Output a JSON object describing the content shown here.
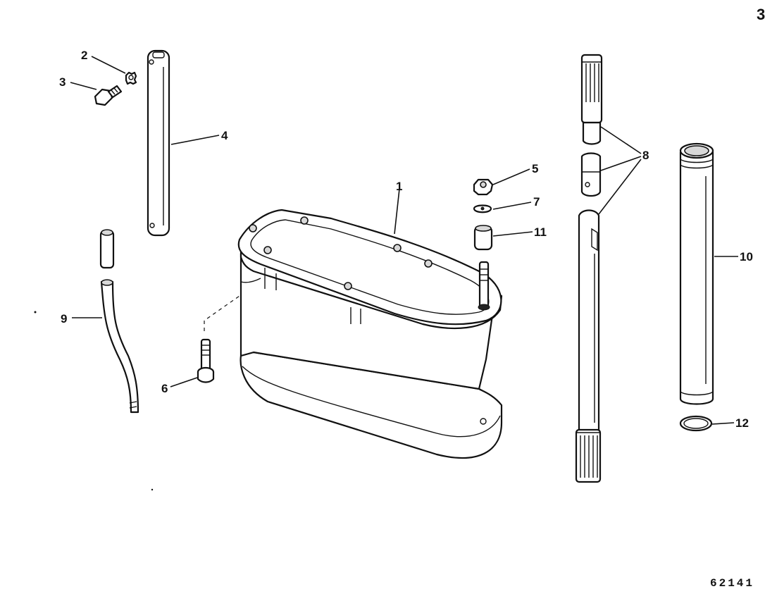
{
  "diagram": {
    "callouts": [
      {
        "id": "c1",
        "label": "1"
      },
      {
        "id": "c2",
        "label": "2"
      },
      {
        "id": "c3",
        "label": "3"
      },
      {
        "id": "c4",
        "label": "4"
      },
      {
        "id": "c5",
        "label": "5"
      },
      {
        "id": "c6",
        "label": "6"
      },
      {
        "id": "c7",
        "label": "7"
      },
      {
        "id": "c8",
        "label": "8"
      },
      {
        "id": "c9",
        "label": "9"
      },
      {
        "id": "c10",
        "label": "10"
      },
      {
        "id": "c11",
        "label": "11"
      },
      {
        "id": "c12",
        "label": "12"
      }
    ],
    "figure_number": "62141",
    "page_mark": "3"
  }
}
